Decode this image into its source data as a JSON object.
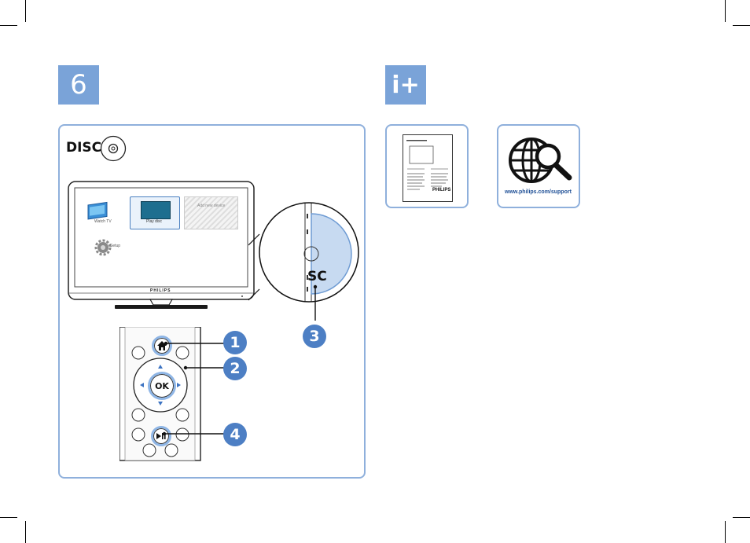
{
  "steps": {
    "step6": "6",
    "info": "i+"
  },
  "disc": {
    "label": "DISC"
  },
  "tv": {
    "brand": "PHILIPS",
    "menu": {
      "watch_tv": "Watch TV",
      "play_disc": "Play disc",
      "add_device": "Add new device",
      "setup": "Setup"
    },
    "disc_slot_text": "SC"
  },
  "remote": {
    "ok_label": "OK"
  },
  "callouts": [
    "1",
    "2",
    "3",
    "4"
  ],
  "info": {
    "manual_brand": "PHILIPS",
    "support_url": "www.philips.com/support"
  },
  "colors": {
    "accent": "#7aa3d8",
    "callout": "#4d7fc4",
    "panel_border": "#8fb0dc"
  },
  "icons": [
    "disc-icon",
    "home-icon",
    "play-pause-icon",
    "globe-search-icon",
    "manual-icon"
  ]
}
